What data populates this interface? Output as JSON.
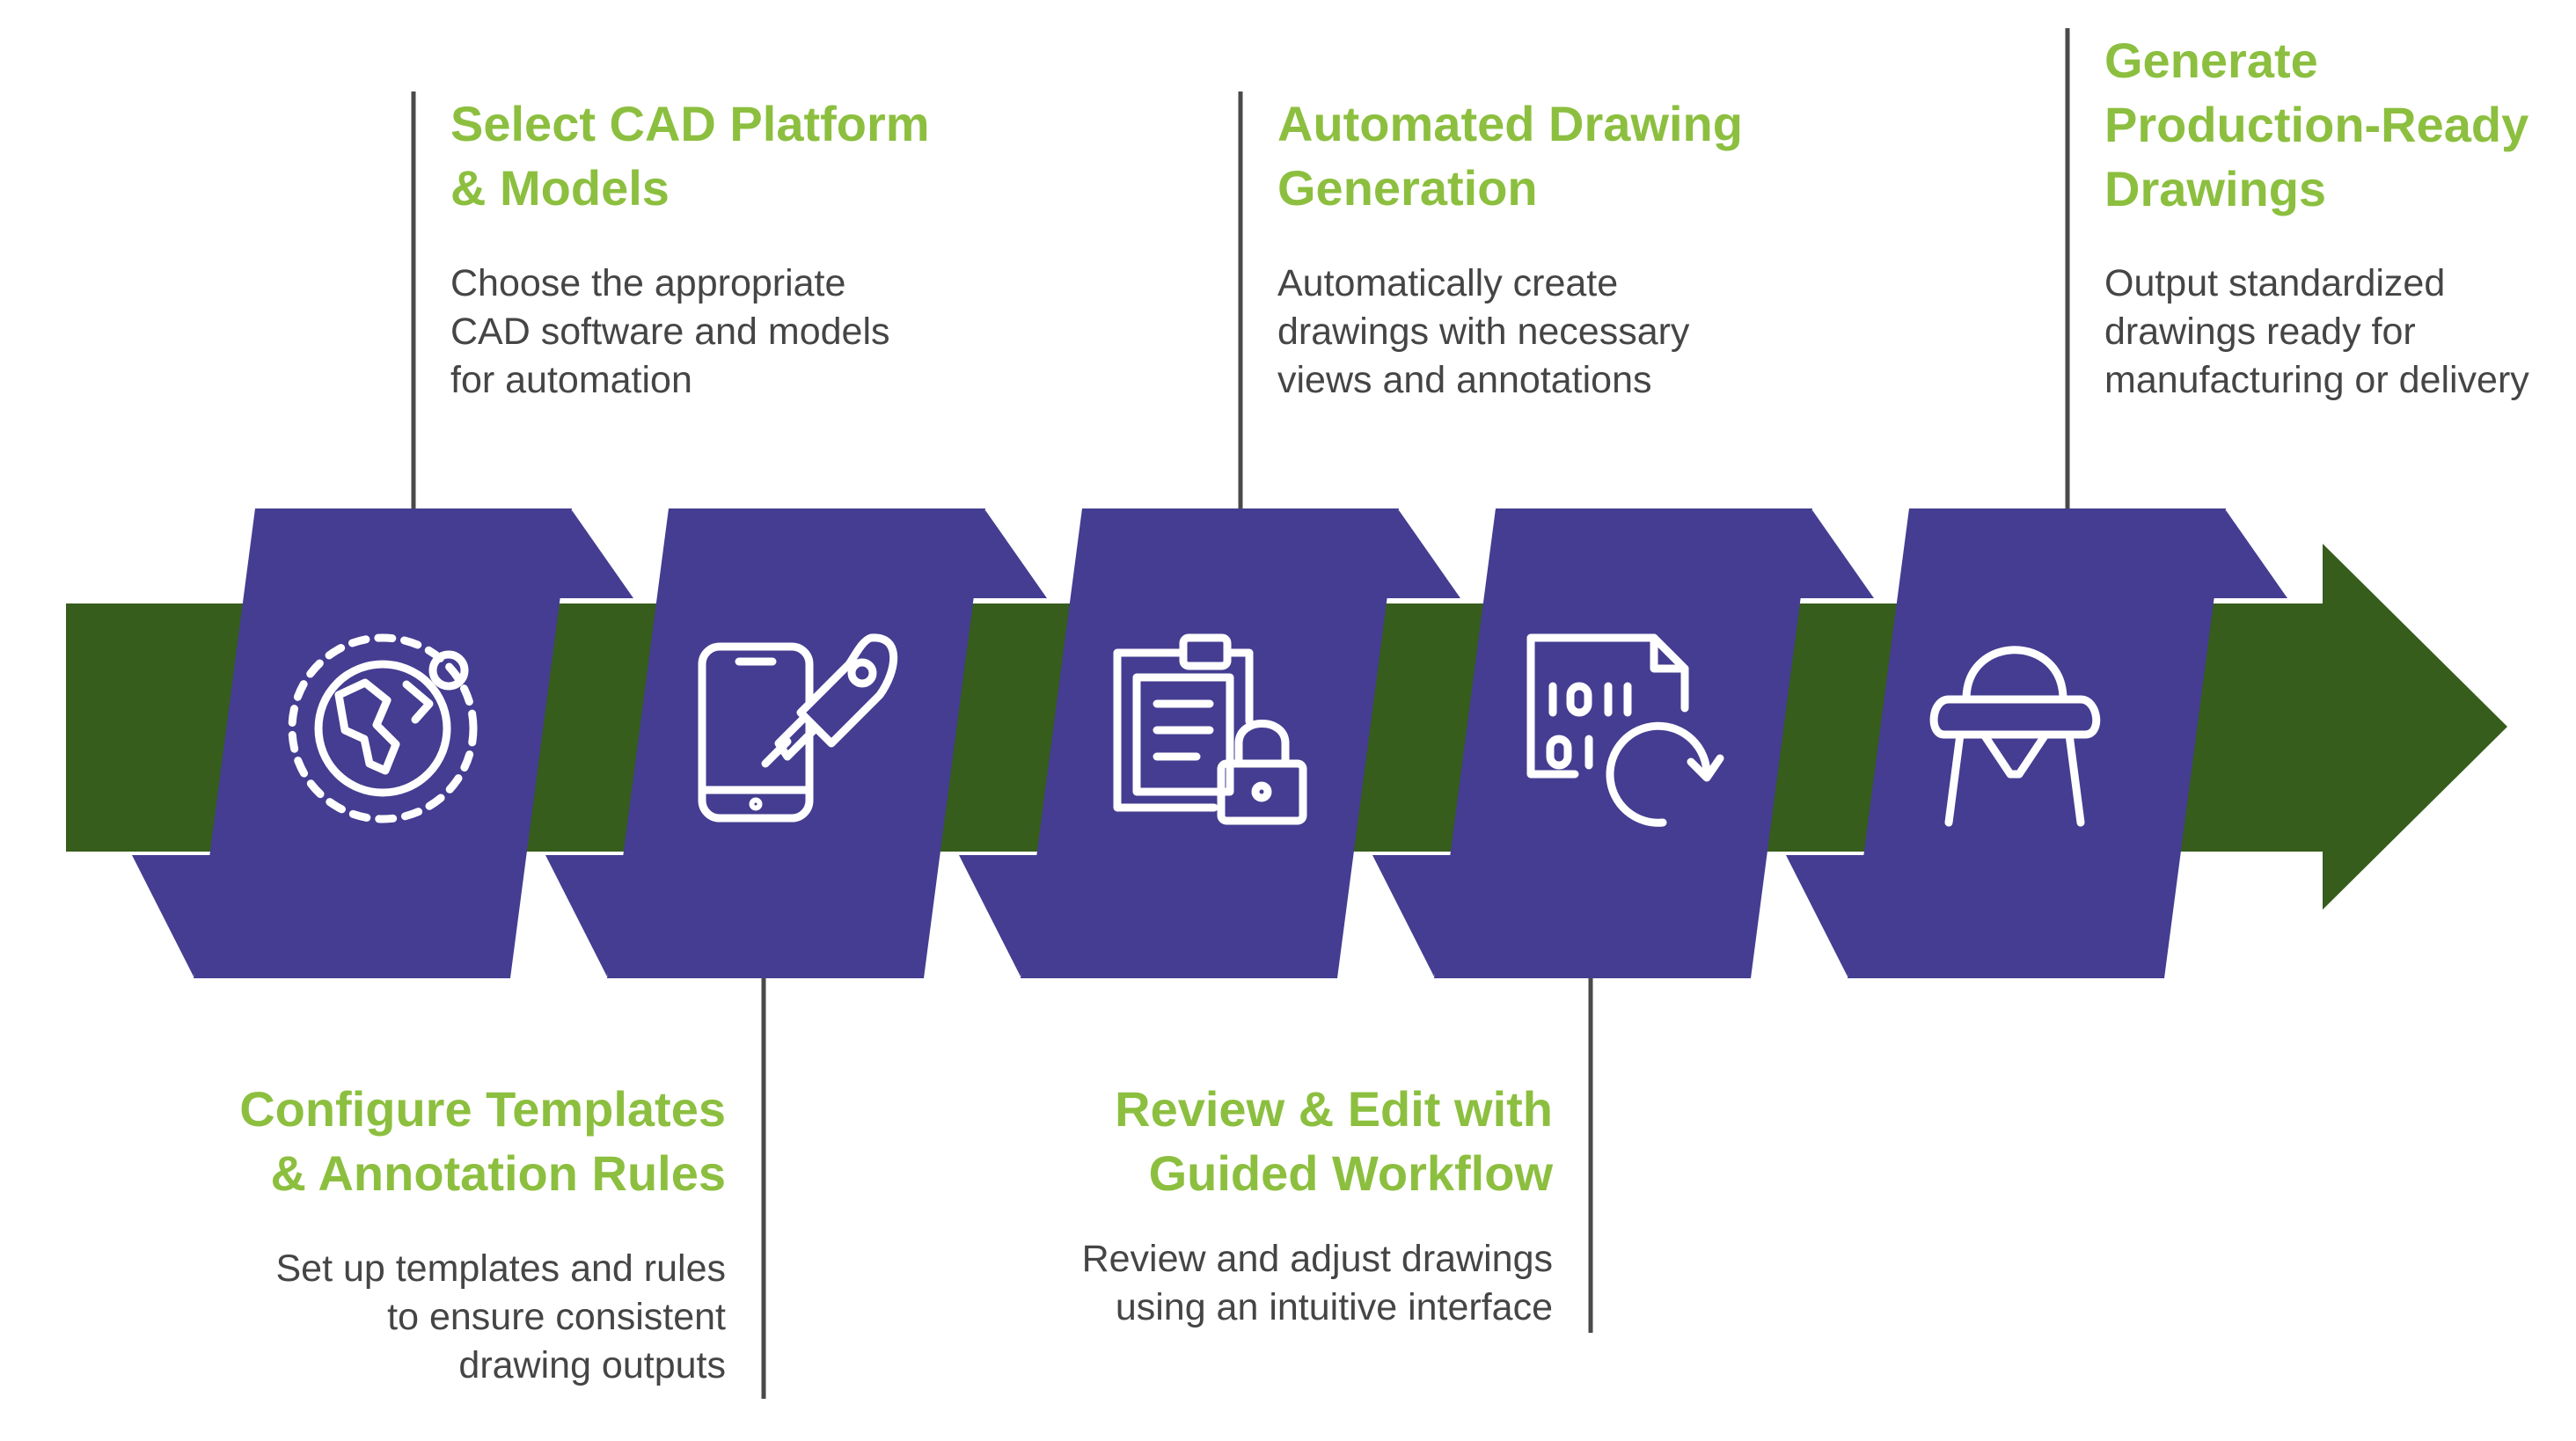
{
  "colors": {
    "block": "#443d91",
    "block_dark": "#343074",
    "arrow": "#365d1c",
    "title": "#8cbf3f",
    "text": "#454545",
    "connector": "#4a4a4a",
    "icon": "#ffffff"
  },
  "steps": [
    {
      "title_lines": [
        "Select CAD Platform",
        "& Models"
      ],
      "desc_lines": [
        "Choose the appropriate",
        "CAD software and models",
        "for automation"
      ],
      "icon": "globe-icon"
    },
    {
      "title_lines": [
        "Configure Templates",
        "& Annotation Rules"
      ],
      "desc_lines": [
        "Set up templates and rules",
        "to ensure consistent",
        "drawing outputs"
      ],
      "icon": "mobile-rocket-icon"
    },
    {
      "title_lines": [
        "Automated Drawing",
        "Generation"
      ],
      "desc_lines": [
        "Automatically create",
        "drawings with necessary",
        "views and annotations"
      ],
      "icon": "clipboard-lock-icon"
    },
    {
      "title_lines": [
        "Review & Edit with",
        "Guided Workflow"
      ],
      "desc_lines": [
        "Review and adjust drawings",
        "using an intuitive interface"
      ],
      "icon": "binary-file-refresh-icon"
    },
    {
      "title_lines": [
        "Generate",
        "Production-Ready",
        "Drawings"
      ],
      "desc_lines": [
        "Output standardized",
        "drawings ready for",
        "manufacturing or delivery"
      ],
      "icon": "high-chair-icon"
    }
  ]
}
